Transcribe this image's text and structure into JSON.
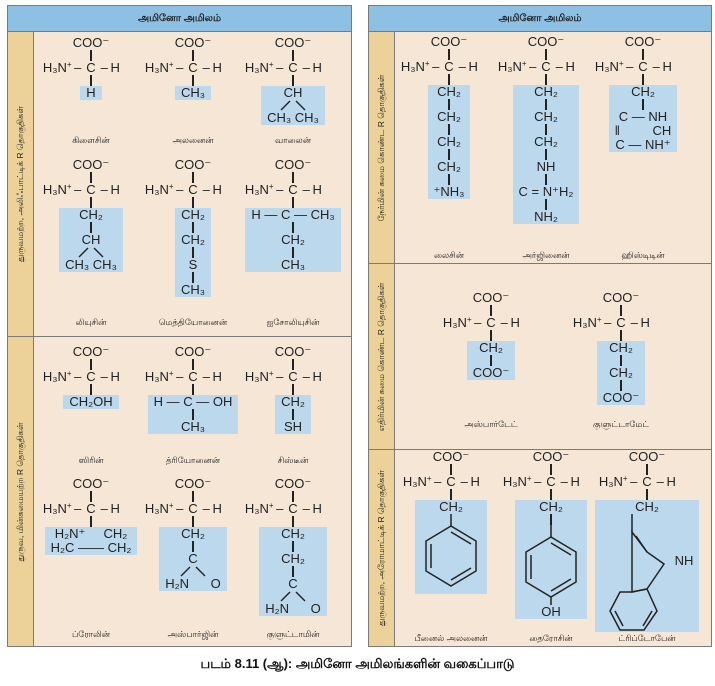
{
  "header": "அமினோ அமிலம்",
  "caption": "படம் 8.11 (ஆ): அமினோ அமிலங்களின் வகைப்பாடு",
  "backbone": {
    "carboxyl": "COO⁻",
    "amine": "H₃N",
    "plus": "+",
    "alpha_c": "C",
    "h": "H"
  },
  "sections": [
    {
      "label": "துருவமற்ற, அலிஃபாட்டிக் R தொகுதிகள்",
      "amino_acids": [
        {
          "name": "கிளைசின்",
          "side": [
            "H"
          ]
        },
        {
          "name": "அலனைன்",
          "side": [
            "CH₃"
          ]
        },
        {
          "name": "வாலைன்",
          "side": [
            "CH",
            "CH₃ CH₃"
          ]
        },
        {
          "name": "லியுசின்",
          "side": [
            "CH₂",
            "CH",
            "CH₃ CH₃"
          ]
        },
        {
          "name": "மெத்தியோனைன்",
          "side": [
            "CH₂",
            "CH₂",
            "S",
            "CH₃"
          ]
        },
        {
          "name": "ஐசோலியுசின்",
          "side": [
            "H — C — CH₃",
            "CH₂",
            "CH₃"
          ]
        }
      ]
    },
    {
      "label": "துருவ, மின்சுமையற்ற R தொகுதிகள்",
      "amino_acids": [
        {
          "name": "ஸிரின்",
          "side": [
            "CH₂OH"
          ]
        },
        {
          "name": "த்ரியோனைன்",
          "side": [
            "H — C — OH",
            "CH₃"
          ]
        },
        {
          "name": "சிஸ்டீன்",
          "side": [
            "CH₂",
            "SH"
          ]
        },
        {
          "name": "ப்ரோலின்",
          "side": [
            "H₂N⁺     CH₂",
            "H₂C —— CH₂"
          ]
        },
        {
          "name": "அஸ்பார்ஜின்",
          "side": [
            "CH₂",
            "C",
            "H₂N      O"
          ]
        },
        {
          "name": "குளுட்டாமின்",
          "side": [
            "CH₂",
            "CH₂",
            "C",
            "H₂N      O"
          ]
        }
      ]
    },
    {
      "label": "நேர்மின் சுமை கொண்ட R தொகுதிகள்",
      "amino_acids": [
        {
          "name": "லைசின்",
          "side": [
            "CH₂",
            "CH₂",
            "CH₂",
            "CH₂",
            "⁺NH₃"
          ]
        },
        {
          "name": "அர்ஜினைன்",
          "side": [
            "CH₂",
            "CH₂",
            "CH₂",
            "NH",
            "C = N⁺H₂",
            "NH₂"
          ]
        },
        {
          "name": "ஹிஸ்டிடின்",
          "side": [
            "CH₂",
            "C — NH",
            "‖         CH",
            "C — NH⁺"
          ]
        }
      ]
    },
    {
      "label": "எதிர்மின் சுமை கொண்ட R தொகுதிகள்",
      "amino_acids": [
        {
          "name": "அஸ்பார்டேட்",
          "side": [
            "CH₂",
            "COO⁻"
          ]
        },
        {
          "name": "குளுட்டாமேட்",
          "side": [
            "CH₂",
            "CH₂",
            "COO⁻"
          ]
        }
      ]
    },
    {
      "label": "துருவமற்ற, அரோமாட்டிக் R தொகுதிகள்",
      "amino_acids": [
        {
          "name": "பீனைல் அலனைன்",
          "side": [
            "CH₂"
          ]
        },
        {
          "name": "தைரோசின்",
          "side": [
            "CH₂",
            "OH"
          ]
        },
        {
          "name": "ட்ரிப்டோபேன்",
          "side": [
            "CH₂",
            "NH"
          ]
        }
      ]
    }
  ],
  "colors": {
    "header": "#8ec0e4",
    "side": "#ecd199",
    "body": "#f6e6d5",
    "highlight": "#bcd8ec"
  }
}
